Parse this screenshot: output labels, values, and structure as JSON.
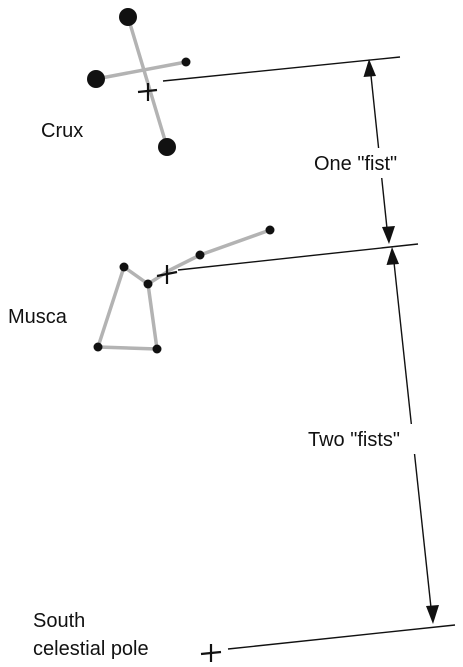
{
  "labels": {
    "crux": "Crux",
    "musca": "Musca",
    "south_pole_line1": "South",
    "south_pole_line2": "celestial pole",
    "one_fist": "One \"fist\"",
    "two_fists": "Two \"fists\""
  },
  "colors": {
    "star": "#111111",
    "figure_line": "#b3b3b3",
    "guide_line": "#111111",
    "text": "#111111"
  },
  "icons": {
    "cross_marker": "plus-cross",
    "arrowhead": "filled-triangle"
  }
}
